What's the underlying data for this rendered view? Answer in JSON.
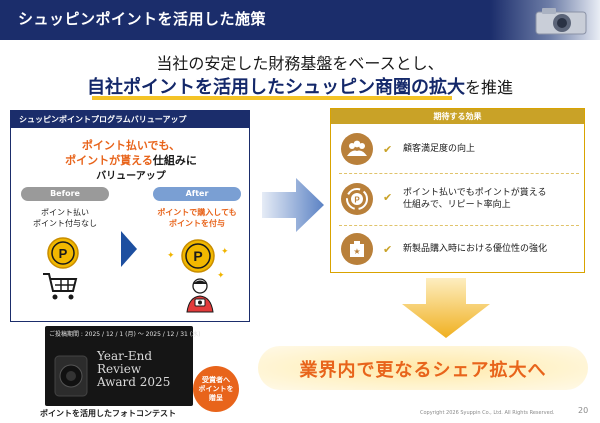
{
  "header": {
    "title": "シュッピンポイントを活用した施策"
  },
  "headline": {
    "line1": "当社の安定した財務基盤をベースとし、",
    "line2_emphasis": "自社ポイントを活用したシュッピン商圏の拡大",
    "line2_tail": "を推進"
  },
  "left_panel": {
    "title": "シュッピンポイントプログラムバリューアップ",
    "lead1": "ポイント払いでも、",
    "lead2_orange": "ポイントが貰える",
    "lead2_tail": "仕組みに",
    "lead3": "バリューアップ",
    "before_label": "Before",
    "after_label": "After",
    "before_line1": "ポイント払い",
    "before_line2": "ポイント付与なし",
    "after_line1": "ポイントで購入しても",
    "after_line2": "ポイントを付与"
  },
  "contest": {
    "period": "ご投稿期間 : 2025 / 12 / 1 (月) ～ 2025 / 12 / 31 (水)",
    "title_line1": "Year-End",
    "title_line2": "Review",
    "title_line3": "Award 2025",
    "caption": "ポイントを活用したフォトコンテスト",
    "badge_line1": "受賞者へ",
    "badge_line2": "ポイントを",
    "badge_line3": "贈呈"
  },
  "effects": {
    "title": "期待する効果",
    "items": [
      {
        "icon": "people-icon",
        "line1": "顧客満足度の向上",
        "line2": ""
      },
      {
        "icon": "point-cycle-icon",
        "line1": "ポイント払いでもポイントが貰える",
        "line2": "仕組みで、リピート率向上"
      },
      {
        "icon": "product-box-icon",
        "line1": "新製品購入時における優位性の強化",
        "line2": ""
      }
    ]
  },
  "result": {
    "text": "業界内で更なるシェア拡大へ"
  },
  "footer": {
    "copyright": "Copyright 2026 Syuppin Co., Ltd. All Rights Reserved.",
    "page_number": "20"
  },
  "colors": {
    "navy": "#1b2d6b",
    "orange": "#e8641b",
    "gold": "#c9a227",
    "after_blue": "#7a9fd3"
  }
}
